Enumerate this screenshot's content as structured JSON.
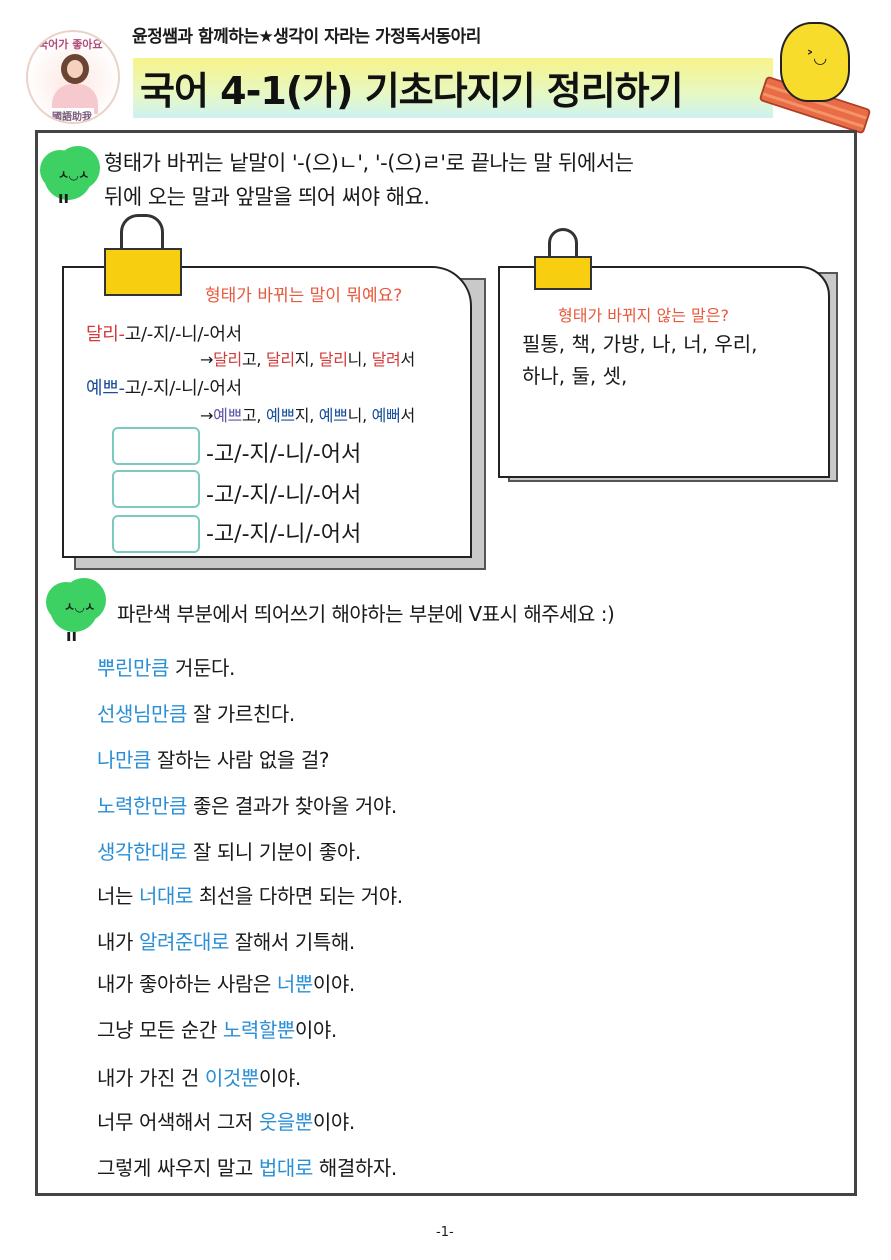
{
  "header": {
    "subtitle": "윤정쌤과 함께하는★생각이 자라는 가정독서동아리",
    "title": "국어 4-1(가) 기초다지기 정리하기",
    "logo_text": "국어가 좋아요",
    "logo_hanja": "國語助我"
  },
  "intro": {
    "line1": "형태가 바뀌는 낱말이 '-(으)ㄴ', '-(으)ㄹ'로 끝나는 말 뒤에서는",
    "line2": "뒤에 오는 말과 앞말을 띄어 써야 해요."
  },
  "left_card": {
    "question": "형태가 바뀌는 말이 뭐예요?",
    "ex1": {
      "stem": "달리-",
      "suffixes": "고/-지/-니/-어서",
      "arrow": "→",
      "forms": [
        [
          "달리",
          "고"
        ],
        [
          "달리",
          "지"
        ],
        [
          "달리",
          "니"
        ],
        [
          "달려",
          "서"
        ]
      ]
    },
    "ex2": {
      "stem": "예쁘-",
      "suffixes": "고/-지/-니/-어서",
      "arrow": "→",
      "forms": [
        [
          "예쁘",
          "고"
        ],
        [
          "예쁘",
          "지"
        ],
        [
          "예쁘",
          "니"
        ],
        [
          "예뻐",
          "서"
        ]
      ]
    },
    "blanks": [
      "-고/-지/-니/-어서",
      "-고/-지/-니/-어서",
      "-고/-지/-니/-어서"
    ]
  },
  "right_card": {
    "question": "형태가 바뀌지 않는 말은?",
    "words_line1": "필통, 책, 가방, 나, 너, 우리,",
    "words_line2": "하나, 둘, 셋,"
  },
  "exercise": {
    "instruction": "파란색 부분에서 띄어쓰기 해야하는 부분에 V표시 해주세요 :)",
    "sentences": [
      [
        "",
        "뿌린만큼",
        " 거둔다."
      ],
      [
        "",
        "선생님만큼",
        " 잘 가르친다."
      ],
      [
        "",
        "나만큼",
        " 잘하는 사람 없을 걸?"
      ],
      [
        "",
        "노력한만큼",
        " 좋은 결과가 찾아올 거야."
      ],
      [
        "",
        "생각한대로",
        " 잘 되니 기분이 좋아."
      ],
      [
        "너는 ",
        "너대로",
        " 최선을 다하면 되는 거야."
      ],
      [
        "내가 ",
        "알려준대로",
        " 잘해서 기특해."
      ],
      [
        "내가 좋아하는 사람은 ",
        "너뿐",
        "이야."
      ],
      [
        "그냥 모든 순간 ",
        "노력할뿐",
        "이야."
      ],
      [
        "내가 가진 건 ",
        "이것뿐",
        "이야."
      ],
      [
        "너무 어색해서 그저 ",
        "웃을뿐",
        "이야."
      ],
      [
        "그렇게 싸우지 말고 ",
        "법대로",
        " 해결하자."
      ]
    ]
  },
  "footer": {
    "page": "-1-"
  },
  "colors": {
    "accent_blue": "#2a8fd6",
    "red": "#d33a3a",
    "orange": "#e8583c",
    "clover": "#3dd163",
    "clip": "#f7cf10"
  }
}
